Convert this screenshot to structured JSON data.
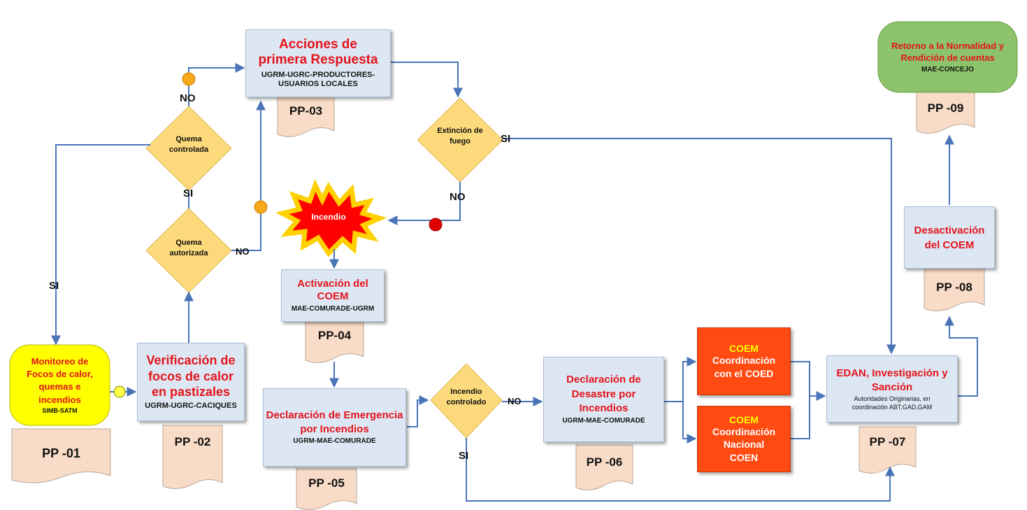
{
  "nodes": {
    "primera_respuesta": {
      "title": "Acciones de primera Respuesta",
      "sub": "UGRM-UGRC-PRODUCTORES-USUARIOS LOCALES",
      "doc": "PP-03"
    },
    "retorno": {
      "title": "Retorno a la Normalidad y Rendición de cuentas",
      "sub": "MAE-CONCEJO",
      "doc": "PP -09"
    },
    "monitoreo": {
      "title": "Monitoreo de Focos de calor, quemas e incendios",
      "sub": "SIMB-SATM",
      "doc": "PP -01"
    },
    "verificacion": {
      "title": "Verificación de focos de calor en pastizales",
      "sub": "UGRM-UGRC-CACIQUES",
      "doc": "PP -02"
    },
    "incendio": {
      "title": "Incendio"
    },
    "activacion": {
      "title": "Activación del COEM",
      "sub": "MAE-COMURADE-UGRM",
      "doc": "PP-04"
    },
    "emergencia": {
      "title": "Declaración de Emergencia por Incendios",
      "sub": "UGRM-MAE-COMURADE",
      "doc": "PP -05"
    },
    "desastre": {
      "title": "Declaración de Desastre por Incendios",
      "sub": "UGRM-MAE-COMURADE",
      "doc": "PP -06"
    },
    "coem_coed": {
      "title": "COEM",
      "sub": "Coordinación con el COED"
    },
    "coem_coen": {
      "title": "COEM",
      "sub": "Coordinación Nacional COEN"
    },
    "edan": {
      "title": "EDAN, Investigación y Sanción",
      "sub": "Autoridades Originarias, en coordinación ABT,GAD,GAM",
      "doc": "PP -07"
    },
    "desactivacion": {
      "title": "Desactivación del COEM",
      "doc": "PP -08"
    }
  },
  "decisions": {
    "quema_controlada": "Quema controlada",
    "quema_autorizada": "Quema autorizada",
    "extincion": "Extinción de fuego",
    "incendio_controlado": "Incendio controlado"
  },
  "labels": {
    "no_top": "NO",
    "si_mid": "SI",
    "no_autorizada": "NO",
    "si_left": "SI",
    "si_extincion": "SI",
    "no_extincion": "NO",
    "no_controlado": "NO",
    "si_controlado": "SI"
  },
  "colors": {
    "box_fill": "#dde7f3",
    "title_red": "#e3141b",
    "decision_fill": "#fcd97a",
    "arrow": "#4a74b8",
    "yellow_terminal": "#ffff00",
    "green_terminal": "#8cc36b",
    "orange_box": "#ff4a12",
    "doc_fill": "#f8dcc8"
  }
}
